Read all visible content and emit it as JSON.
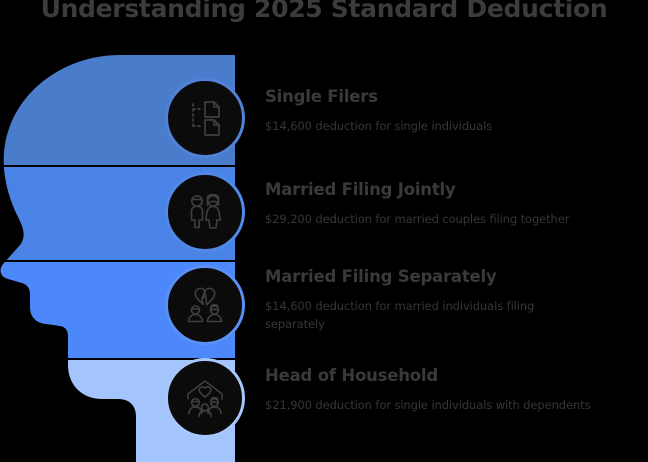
{
  "title": "Understanding 2025 Standard Deduction",
  "theme": {
    "background": "#000000",
    "title_color": "#3c3c3c",
    "heading_color": "#3a3a3a",
    "body_color": "#363636",
    "badge_fill": "#0b0b0b",
    "icon_stroke": "#3f3f3f",
    "band_colors": [
      "#4a7ccc",
      "#4a83e6",
      "#4d88fa",
      "#a3c4fc"
    ],
    "divider_color": "#ffffff"
  },
  "sections": [
    {
      "icon": "documents-icon",
      "heading": "Single Filers",
      "description": "$14,600 deduction for single individuals",
      "amount": "$14,600",
      "band_color": "#4a7ccc"
    },
    {
      "icon": "couple-icon",
      "heading": "Married Filing Jointly",
      "description": "$29,200 deduction for married couples filing together",
      "amount": "$29,200",
      "band_color": "#4a83e6"
    },
    {
      "icon": "broken-heart-icon",
      "heading": "Married Filing Separately",
      "description": "$14,600 deduction for married individuals filing separately",
      "amount": "$14,600",
      "band_color": "#4d88fa"
    },
    {
      "icon": "family-home-icon",
      "heading": "Head of Household",
      "description": "$21,900 deduction for single individuals with dependents",
      "amount": "$21,900",
      "band_color": "#a3c4fc"
    }
  ]
}
